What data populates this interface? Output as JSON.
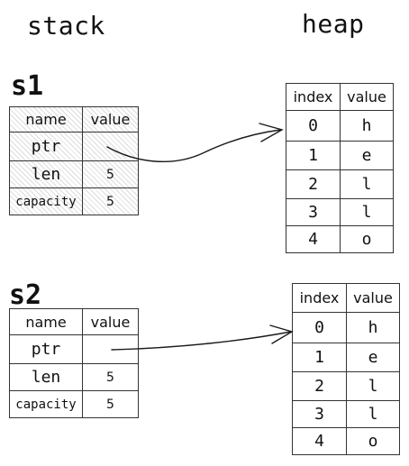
{
  "headings": {
    "stack": "stack",
    "heap": "heap"
  },
  "headers": {
    "name": "name",
    "value": "value",
    "index": "index"
  },
  "s1": {
    "label": "s1",
    "rows": [
      {
        "name": "ptr",
        "value": ""
      },
      {
        "name": "len",
        "value": "5"
      },
      {
        "name": "capacity",
        "value": "5"
      }
    ]
  },
  "s2": {
    "label": "s2",
    "rows": [
      {
        "name": "ptr",
        "value": ""
      },
      {
        "name": "len",
        "value": "5"
      },
      {
        "name": "capacity",
        "value": "5"
      }
    ]
  },
  "heap1": {
    "rows": [
      {
        "index": "0",
        "value": "h"
      },
      {
        "index": "1",
        "value": "e"
      },
      {
        "index": "2",
        "value": "l"
      },
      {
        "index": "3",
        "value": "l"
      },
      {
        "index": "4",
        "value": "o"
      }
    ]
  },
  "heap2": {
    "rows": [
      {
        "index": "0",
        "value": "h"
      },
      {
        "index": "1",
        "value": "e"
      },
      {
        "index": "2",
        "value": "l"
      },
      {
        "index": "3",
        "value": "l"
      },
      {
        "index": "4",
        "value": "o"
      }
    ]
  }
}
